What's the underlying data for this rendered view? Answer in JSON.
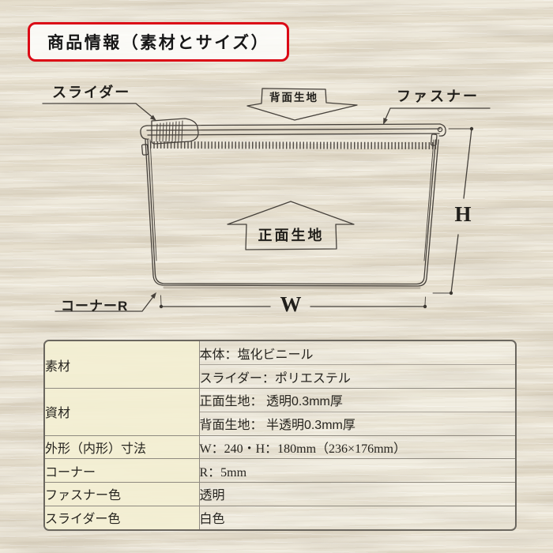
{
  "title": "商品情報（素材とサイズ）",
  "diagram": {
    "slider_label": "スライダー",
    "fastener_label": "ファスナー",
    "back_fabric_label": "背面生地",
    "front_fabric_label": "正面生地",
    "corner_label": "コーナーR",
    "height_label": "H",
    "width_label": "W"
  },
  "table": {
    "rows": [
      {
        "label": "素材",
        "value": "本体：塩化ビニール"
      },
      {
        "value": "スライダー：ポリエステル"
      },
      {
        "label": "資材",
        "value": "正面生地： 透明0.3mm厚"
      },
      {
        "value": "背面生地： 半透明0.3mm厚"
      },
      {
        "label": "外形（内形）寸法",
        "value": "W：240・H：180mm（236×176mm）"
      },
      {
        "label": "コーナー",
        "value": "R：5mm"
      },
      {
        "label": "ファスナー色",
        "value": "透明"
      },
      {
        "label": "スライダー色",
        "value": "白色"
      }
    ]
  },
  "colors": {
    "accent_red": "#db0a16",
    "label_cell_bg": "#f3efd2",
    "line": "#46413b"
  }
}
